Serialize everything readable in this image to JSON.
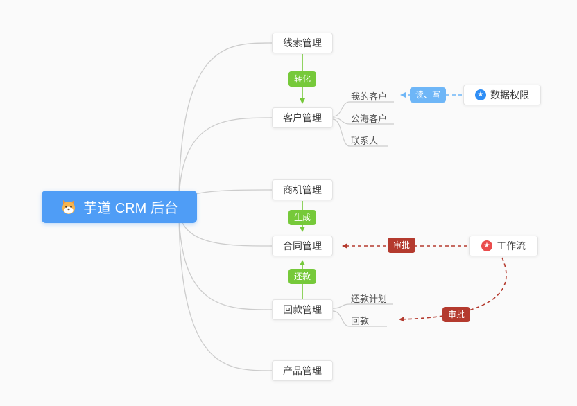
{
  "colors": {
    "root_bg": "#4f9df6",
    "edge_green": "#76c93a",
    "edge_blue": "#6eb6f7",
    "edge_red": "#b43a2e",
    "branch_gray": "#cccccc",
    "data_permission_star": "#2f8ef5",
    "workflow_star": "#ea4c4c"
  },
  "icons": {
    "star": "★"
  },
  "root": {
    "label": "芋道 CRM 后台"
  },
  "nodes": {
    "leads": "线索管理",
    "customers": "客户管理",
    "opportunities": "商机管理",
    "contracts": "合同管理",
    "receivables": "回款管理",
    "products": "产品管理",
    "data_permission": "数据权限",
    "workflow": "工作流"
  },
  "sub_items": {
    "my_customers": "我的客户",
    "public_customers": "公海客户",
    "contacts": "联系人",
    "repayment_plan": "还款计划",
    "receivable": "回款"
  },
  "edge_labels": {
    "convert": "转化",
    "generate": "生成",
    "repay": "还款",
    "read_write": "读、写",
    "approve_contract": "审批",
    "approve_receivable": "审批"
  }
}
